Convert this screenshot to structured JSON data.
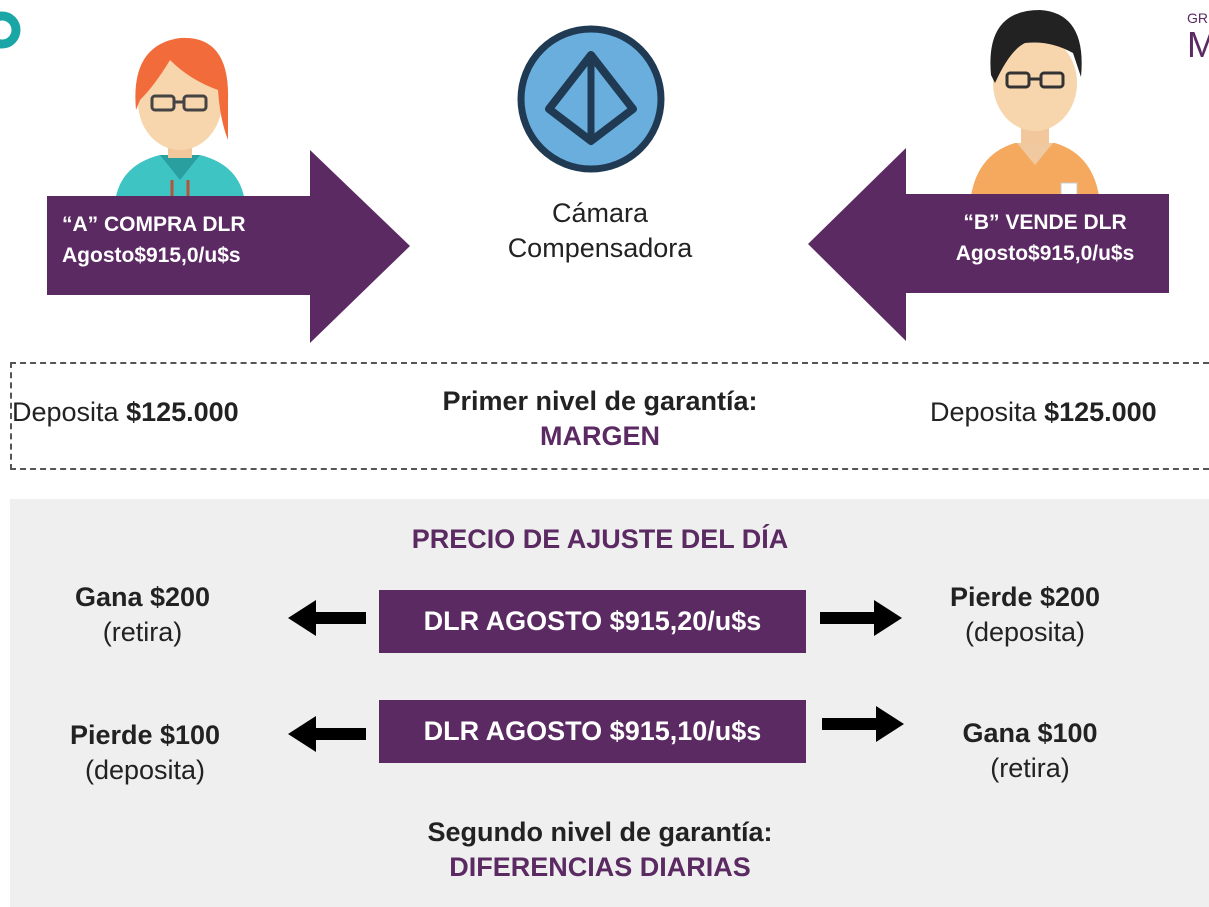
{
  "colors": {
    "purple": "#5b2a63",
    "teal": "#1aa6a6",
    "gray_bg": "#efefef",
    "clearing_blue": "#6aaede",
    "clearing_dark": "#1f3a52"
  },
  "logo_right": {
    "line1": "GR",
    "line2": "M"
  },
  "icons": {
    "buyer": "person-woman-icon",
    "seller": "person-man-icon",
    "clearing": "clearing-house-icon",
    "arrow_left": "arrow-left-icon",
    "arrow_right": "arrow-right-icon"
  },
  "buyer_arrow": {
    "line1": "“A” COMPRA DLR",
    "line2": "Agosto$915,0/u$s"
  },
  "seller_arrow": {
    "line1": "“B”  VENDE DLR",
    "line2": "Agosto$915,0/u$s"
  },
  "clearing": {
    "line1": "Cámara",
    "line2": "Compensadora"
  },
  "margin_section": {
    "left_prefix": "Deposita ",
    "left_amount": "$125.000",
    "title": "Primer nivel de garantía:",
    "subtitle": "MARGEN",
    "right_prefix": "Deposita ",
    "right_amount": "$125.000"
  },
  "daily_section": {
    "heading": "PRECIO DE AJUSTE DEL DÍA",
    "rows": [
      {
        "left_main": "Gana $200",
        "left_sub": "(retira)",
        "price": "DLR AGOSTO $915,20/u$s",
        "right_main": "Pierde $200",
        "right_sub": "(deposita)"
      },
      {
        "left_main": "Pierde $100",
        "left_sub": "(deposita)",
        "price": "DLR AGOSTO $915,10/u$s",
        "right_main": "Gana $100",
        "right_sub": "(retira)"
      }
    ],
    "footer_title": "Segundo nivel de garantía:",
    "footer_subtitle": "DIFERENCIAS DIARIAS"
  }
}
